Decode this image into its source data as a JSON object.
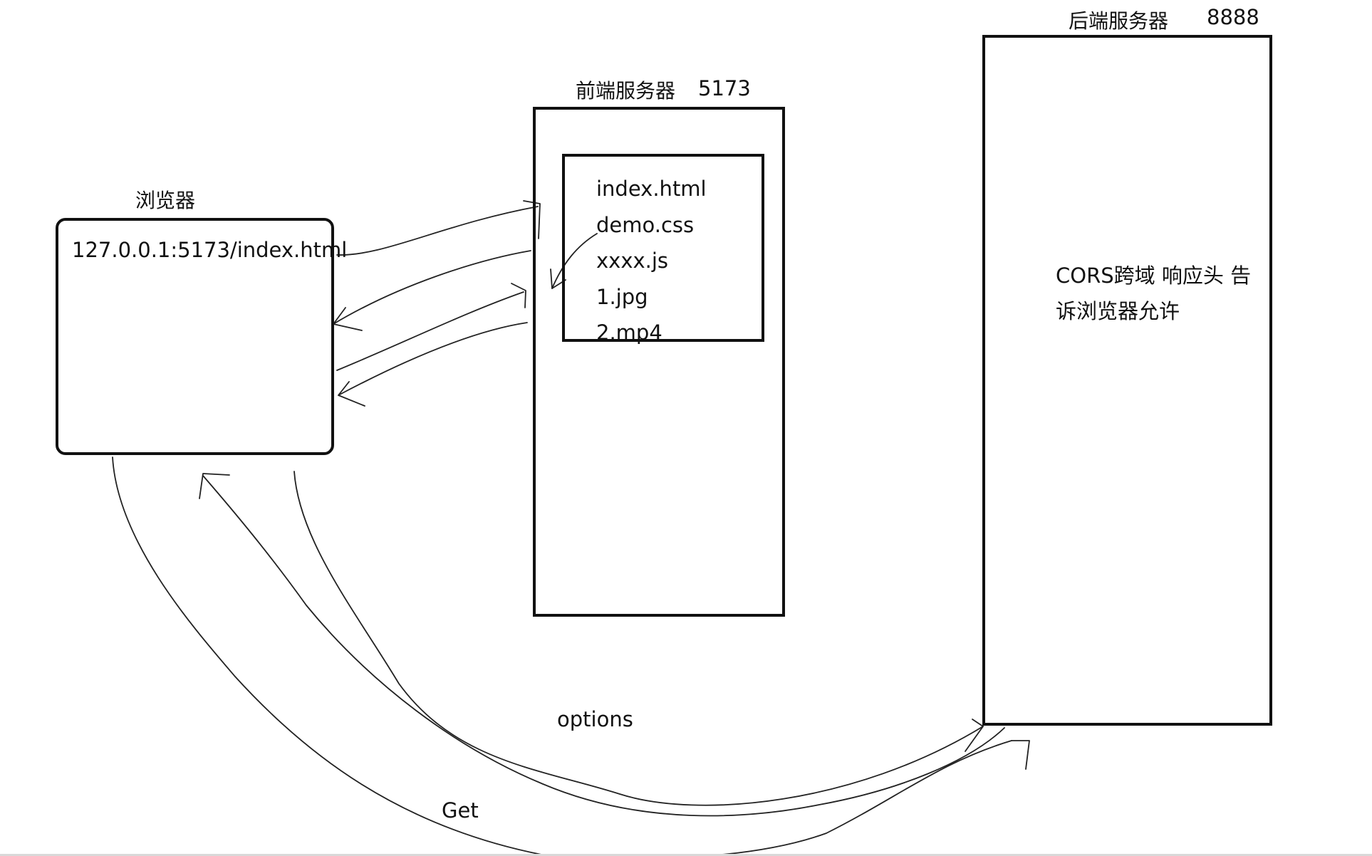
{
  "browser": {
    "title": "浏览器",
    "url": "127.0.0.1:5173/index.html"
  },
  "frontend_server": {
    "title": "前端服务器",
    "port": "5173",
    "files": [
      "index.html",
      "demo.css",
      "xxxx.js",
      "1.jpg",
      "2.mp4"
    ]
  },
  "backend_server": {
    "title": "后端服务器",
    "port": "8888",
    "note": "CORS跨域 响应头 告诉浏览器允许"
  },
  "arrows": {
    "options_label": "options",
    "get_label": "Get"
  },
  "colors": {
    "ink": "#111111",
    "background": "#ffffff"
  }
}
